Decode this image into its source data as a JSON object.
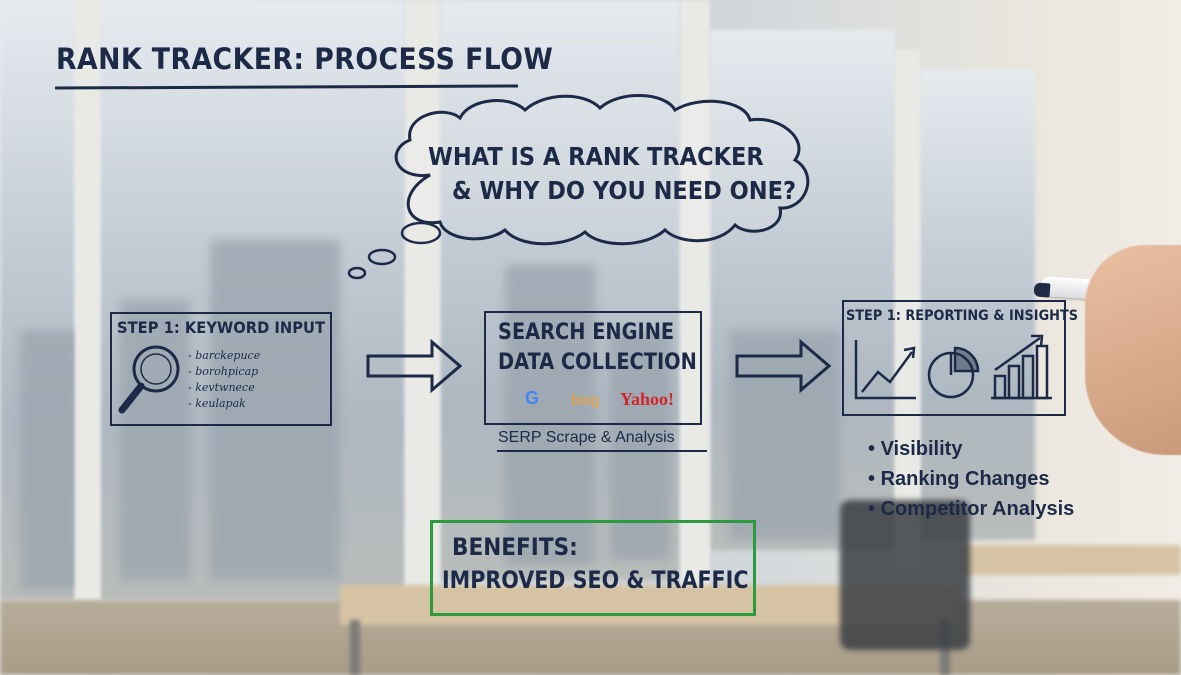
{
  "title": "RANK TRACKER: PROCESS FLOW",
  "thought": {
    "line1": "WHAT IS A RANK TRACKER",
    "line2": "& WHY DO YOU NEED ONE?"
  },
  "step_keyword": {
    "title": "STEP 1: KEYWORD INPUT",
    "keywords": [
      "- barckepuce",
      "- borohpicap",
      "- kevtwnece",
      "- keulapak"
    ]
  },
  "search_engine": {
    "line1": "SEARCH ENGINE",
    "line2": "DATA COLLECTION",
    "logos": [
      "G",
      "bing",
      "Yahoo!"
    ],
    "caption": "SERP Scrape & Analysis"
  },
  "step_reporting": {
    "title": "STEP 1: REPORTING & INSIGHTS",
    "bullets": [
      "Visibility",
      "Ranking Changes",
      "Competitor Analysis"
    ]
  },
  "benefits": {
    "line1": "BENEFITS:",
    "line2": "IMPROVED SEO & TRAFFIC"
  },
  "colors": {
    "ink": "#1c2a47",
    "benefit_border": "#2e9a3e",
    "google_blue": "#4285f4",
    "bing_orange": "#f4a22d",
    "yahoo_red": "#d2262e"
  }
}
